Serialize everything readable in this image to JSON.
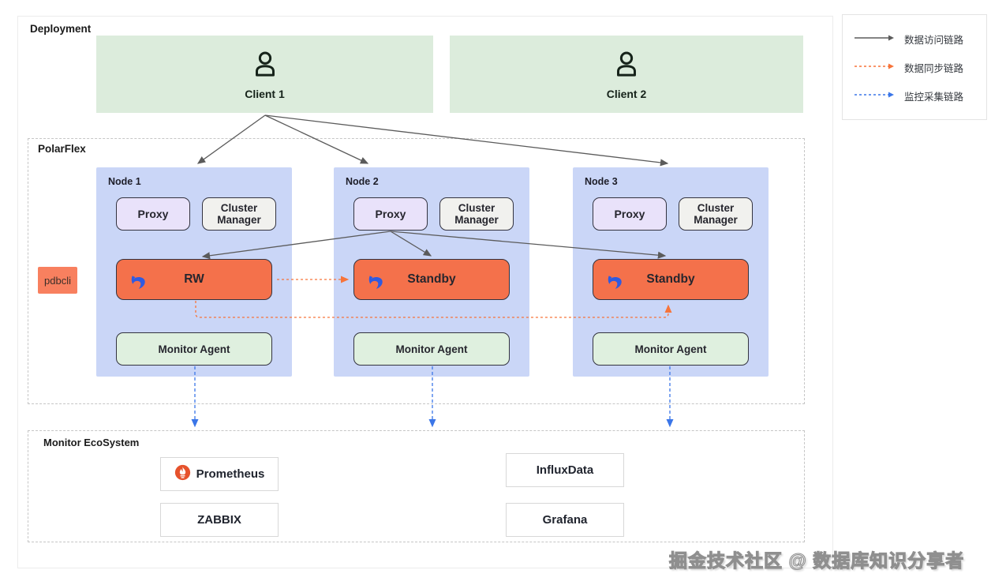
{
  "deployment": {
    "label": "Deployment"
  },
  "clients": [
    {
      "label": "Client 1"
    },
    {
      "label": "Client 2"
    }
  ],
  "polarflex": {
    "label": "PolarFlex"
  },
  "pdbcli": {
    "label": "pdbcli"
  },
  "nodes": [
    {
      "name": "Node 1",
      "proxy": "Proxy",
      "cluster_manager": "Cluster Manager",
      "database": "RW",
      "monitor": "Monitor Agent"
    },
    {
      "name": "Node 2",
      "proxy": "Proxy",
      "cluster_manager": "Cluster Manager",
      "database": "Standby",
      "monitor": "Monitor Agent"
    },
    {
      "name": "Node 3",
      "proxy": "Proxy",
      "cluster_manager": "Cluster Manager",
      "database": "Standby",
      "monitor": "Monitor Agent"
    }
  ],
  "ecosystem": {
    "label": "Monitor EcoSystem",
    "tools": [
      {
        "label": "Prometheus"
      },
      {
        "label": "ZABBIX"
      },
      {
        "label": "InfluxData"
      },
      {
        "label": "Grafana"
      }
    ]
  },
  "legend": {
    "items": [
      {
        "label": "数据访问链路",
        "style": "solid",
        "color": "#5b5b5b"
      },
      {
        "label": "数据同步链路",
        "style": "dashed",
        "color": "#f7743a"
      },
      {
        "label": "监控采集链路",
        "style": "dashed",
        "color": "#3b76e8"
      }
    ]
  },
  "watermark": {
    "text": "掘金技术社区 @ 数据库知识分享者"
  },
  "colors": {
    "client_bg": "#dcecdc",
    "node_bg": "#cad6f7",
    "proxy_bg": "#e9e2fa",
    "cluster_manager_bg": "#f1f1ee",
    "database_bg": "#f4714b",
    "monitor_bg": "#dff0df",
    "pdbcli_bg": "#f8805f",
    "access_link": "#5b5b5b",
    "sync_link": "#f7743a",
    "monitor_link": "#3b76e8",
    "polardb_logo_blue": "#2f5ae0",
    "prometheus_orange": "#e6522c"
  }
}
